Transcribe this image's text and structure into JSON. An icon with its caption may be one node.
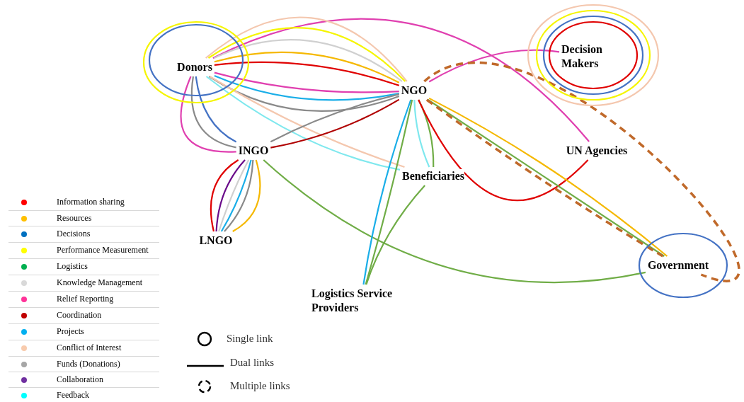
{
  "diagram": {
    "nodes": [
      {
        "text": [
          "Donors"
        ]
      },
      {
        "text": [
          "NGO"
        ]
      },
      {
        "text": [
          "Decision Makers"
        ]
      },
      {
        "text": [
          "INGO"
        ]
      },
      {
        "text": [
          "UN Agencies"
        ]
      },
      {
        "text": [
          "Beneficiaries"
        ]
      },
      {
        "text": [
          "LNGO"
        ]
      },
      {
        "text": [
          "Government"
        ]
      },
      {
        "text": [
          "Logistics Service Providers"
        ]
      }
    ],
    "edges": [
      {
        "from": 0,
        "to": 4,
        "arrow": "none",
        "color": "#e040b0"
      },
      {
        "from": 0,
        "to": 1,
        "arrow": "none",
        "color": "#f4c7ae"
      },
      {
        "from": 0,
        "to": 1,
        "arrow": "none",
        "color": "#f5f500"
      },
      {
        "from": 0,
        "to": 1,
        "arrow": "none",
        "color": "#d0d0d0"
      },
      {
        "from": 0,
        "to": 1,
        "arrow": "none",
        "color": "#f5b800"
      },
      {
        "from": 0,
        "to": 1,
        "arrow": "none",
        "color": "#e00000"
      },
      {
        "from": 0,
        "to": 1,
        "arrow": "none",
        "color": "#e040b0"
      },
      {
        "from": 0,
        "to": 1,
        "arrow": "none",
        "color": "#1aaee8"
      },
      {
        "from": 0,
        "to": 1,
        "arrow": "none",
        "color": "#8a8a8a"
      },
      {
        "from": 1,
        "to": 2,
        "arrow": "none",
        "color": "#e040b0"
      },
      {
        "from": 0,
        "to": 3,
        "arrow": "none",
        "color": "#e040b0"
      },
      {
        "from": 0,
        "to": 3,
        "arrow": "none",
        "color": "#8a8a8a"
      },
      {
        "from": 0,
        "to": 3,
        "arrow": "none",
        "color": "#4472c4"
      },
      {
        "from": 0,
        "to": 5,
        "arrow": "none",
        "color": "#7fe8ee"
      },
      {
        "from": 0,
        "to": 5,
        "arrow": "none",
        "color": "#f4c7ae"
      },
      {
        "from": 3,
        "to": 1,
        "arrow": "none",
        "color": "#8a8a8a"
      },
      {
        "from": 3,
        "to": 1,
        "arrow": "none",
        "color": "#b00000"
      },
      {
        "from": 3,
        "to": 6,
        "arrow": "none",
        "color": "#e00000"
      },
      {
        "from": 3,
        "to": 6,
        "arrow": "none",
        "color": "#6a0a8a"
      },
      {
        "from": 3,
        "to": 6,
        "arrow": "none",
        "color": "#d0d0d0"
      },
      {
        "from": 3,
        "to": 6,
        "arrow": "none",
        "color": "#1aaee8"
      },
      {
        "from": 3,
        "to": 6,
        "arrow": "none",
        "color": "#8a8a8a"
      },
      {
        "from": 3,
        "to": 6,
        "arrow": "none",
        "color": "#f5b800"
      },
      {
        "from": 3,
        "to": 7,
        "arrow": "none",
        "color": "#70ad47"
      },
      {
        "from": 1,
        "to": 8,
        "arrow": "none",
        "color": "#1aaee8"
      },
      {
        "from": 1,
        "to": 8,
        "arrow": "none",
        "color": "#70ad47"
      },
      {
        "from": 5,
        "to": 8,
        "arrow": "none",
        "color": "#70ad47"
      },
      {
        "from": 1,
        "to": 5,
        "arrow": "none",
        "color": "#7fe8ee"
      },
      {
        "from": 1,
        "to": 5,
        "arrow": "none",
        "color": "#70ad47"
      },
      {
        "from": 1,
        "to": 4,
        "arrow": "none",
        "color": "#e00000"
      },
      {
        "from": 1,
        "to": 7,
        "arrow": "none",
        "color": "#f5b800"
      },
      {
        "from": 1,
        "to": 7,
        "arrow": "none",
        "color": "#70ad47"
      },
      {
        "from": 1,
        "to": 7,
        "arrow": "none",
        "style": "dashed",
        "color": "#c0692a"
      },
      {
        "from": 1,
        "to": 7,
        "arrow": "none",
        "style": "dashed",
        "color": "#c0692a"
      },
      {
        "from": 0,
        "to": 0,
        "arrow": "none",
        "color": "#f5f500"
      },
      {
        "from": 0,
        "to": 0,
        "arrow": "none",
        "color": "#4472c4"
      },
      {
        "from": 2,
        "to": 2,
        "arrow": "none",
        "color": "#e00000"
      },
      {
        "from": 2,
        "to": 2,
        "arrow": "none",
        "color": "#4472c4"
      },
      {
        "from": 2,
        "to": 2,
        "arrow": "none",
        "color": "#f5f500"
      },
      {
        "from": 2,
        "to": 2,
        "arrow": "none",
        "color": "#f4c7ae"
      },
      {
        "from": 7,
        "to": 7,
        "arrow": "none",
        "color": "#4472c4"
      }
    ],
    "legend": [
      {
        "text": "Information sharing",
        "color": "#ff0000"
      },
      {
        "text": "Resources",
        "color": "#ffc000"
      },
      {
        "text": "Decisions",
        "color": "#0070c0"
      },
      {
        "text": "Performance Measurement",
        "color": "#ffff00"
      },
      {
        "text": "Logistics",
        "color": "#00b050"
      },
      {
        "text": "Knowledge Management",
        "color": "#d9d9d9"
      },
      {
        "text": "Relief Reporting",
        "color": "#ff3399"
      },
      {
        "text": "Coordination",
        "color": "#c00000"
      },
      {
        "text": "Projects",
        "color": "#00b0f0"
      },
      {
        "text": "Conflict of Interest",
        "color": "#f8cbad"
      },
      {
        "text": "Funds (Donations)",
        "color": "#a6a6a6"
      },
      {
        "text": "Collaboration",
        "color": "#7030a0"
      },
      {
        "text": "Feedback",
        "color": "#00ffff"
      },
      {
        "text": "Single link"
      },
      {
        "text": "Dual links"
      },
      {
        "text": "Multiple links"
      }
    ]
  }
}
